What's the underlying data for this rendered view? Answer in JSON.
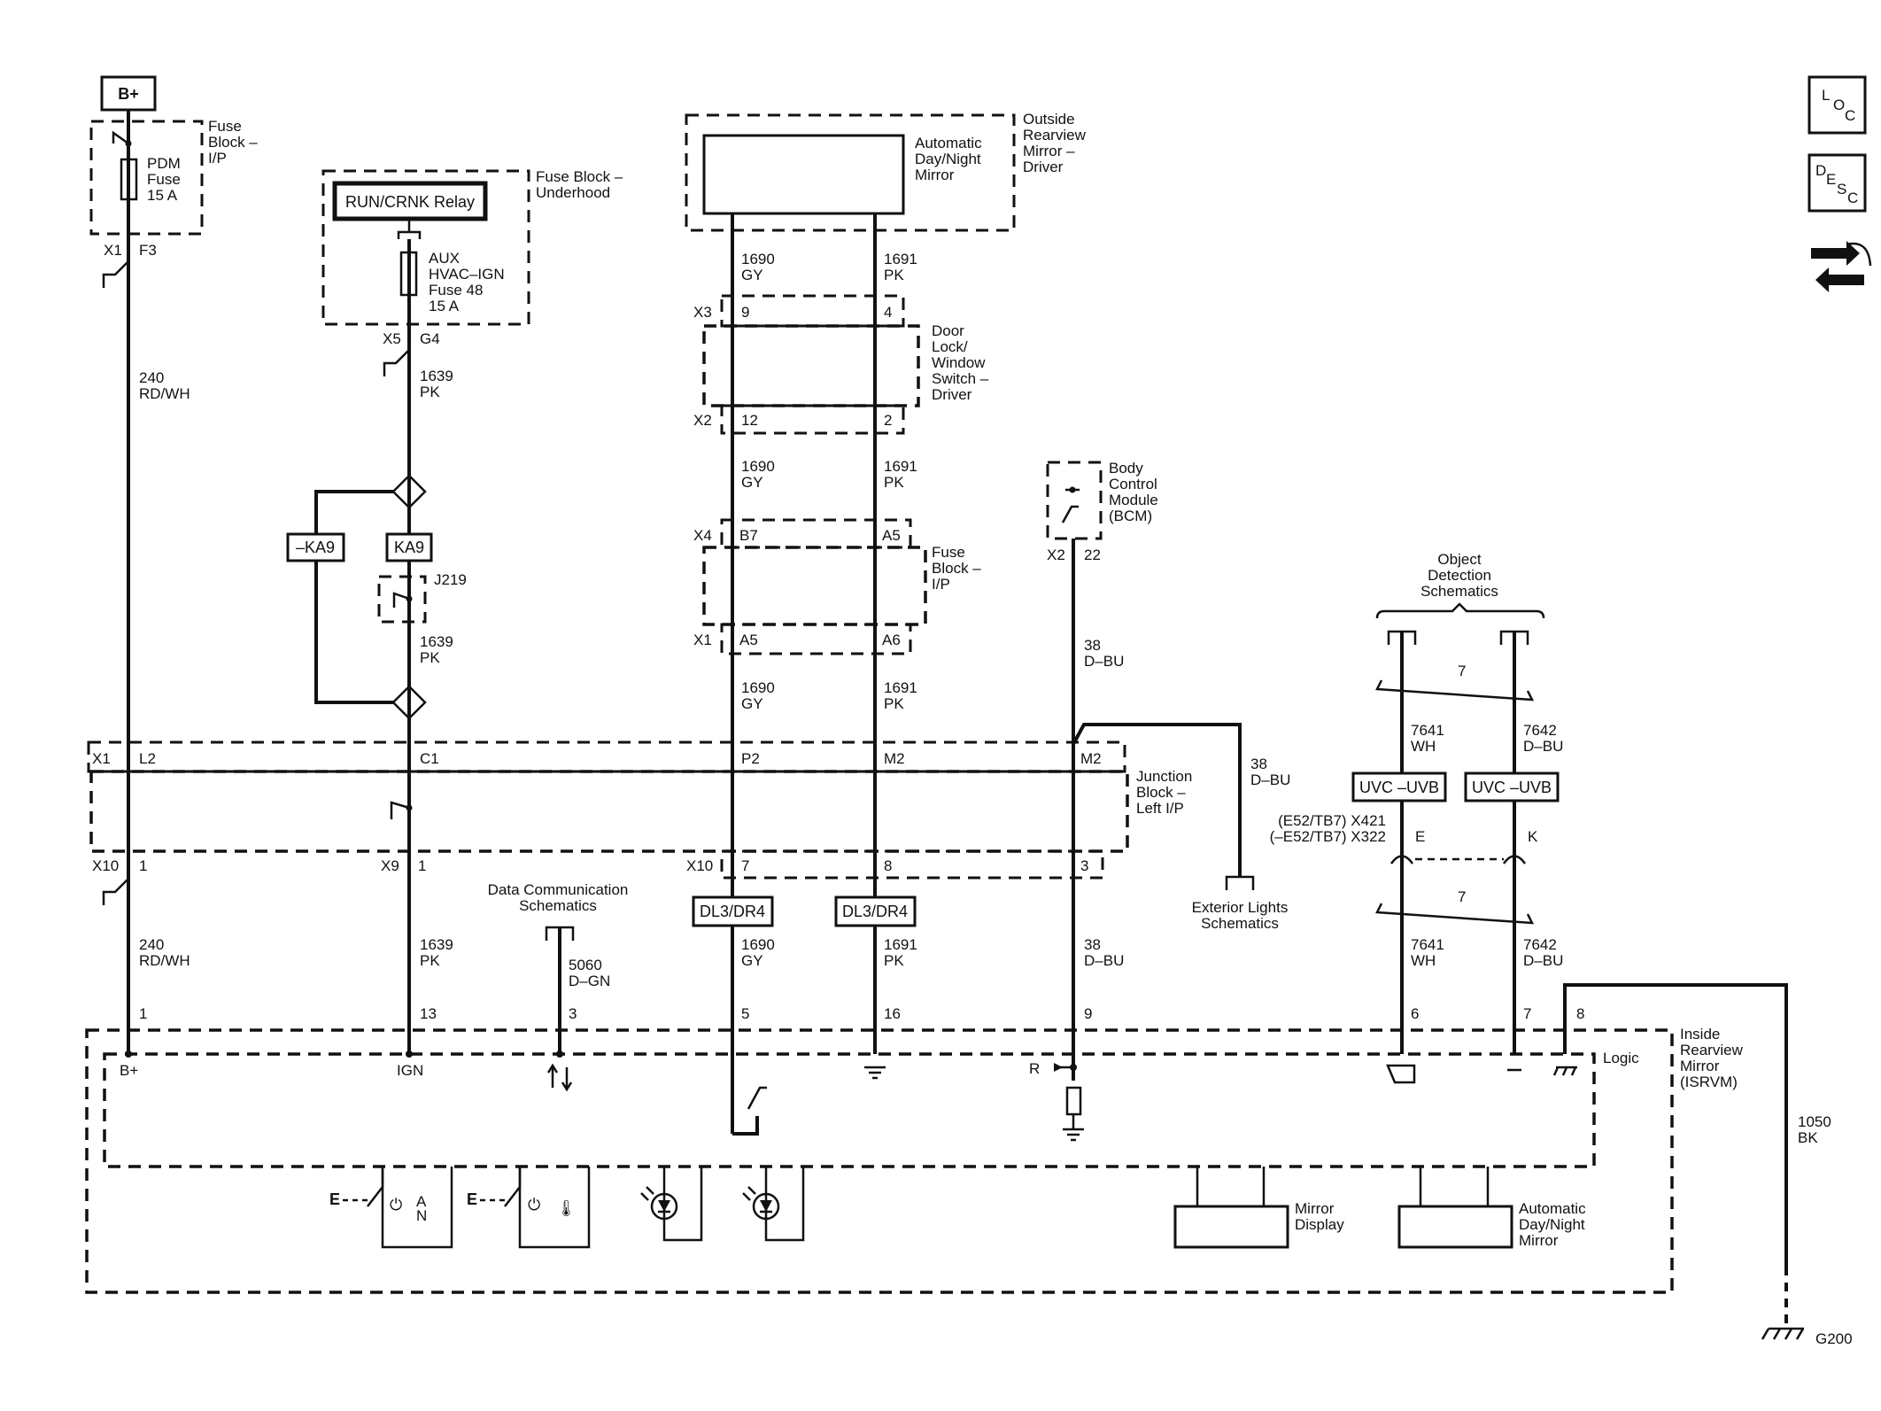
{
  "power": {
    "b_plus": "B+"
  },
  "fuse_block_ip_top": {
    "label_lines": [
      "Fuse",
      "Block –",
      "I/P"
    ],
    "fuse_lines": [
      "PDM",
      "Fuse",
      "15 A"
    ],
    "connector": "X1",
    "pin": "F3"
  },
  "fuse_block_underhood": {
    "label_lines": [
      "Fuse Block –",
      "Underhood"
    ],
    "relay": "RUN/CRNK Relay",
    "fuse_lines": [
      "AUX",
      "HVAC–IGN",
      "Fuse 48",
      "15 A"
    ],
    "connector": "X5",
    "pin": "G4"
  },
  "outside_mirror": {
    "label_lines": [
      "Outside",
      "Rearview",
      "Mirror –",
      "Driver"
    ],
    "inner_lines": [
      "Automatic",
      "Day/Night",
      "Mirror"
    ]
  },
  "door_switch": {
    "label_lines": [
      "Door",
      "Lock/",
      "Window",
      "Switch –",
      "Driver"
    ],
    "x3": "X3",
    "x3_pins": [
      "9",
      "4"
    ],
    "x2": "X2",
    "x2_pins": [
      "12",
      "2"
    ]
  },
  "fuse_block_ip_mid": {
    "label_lines": [
      "Fuse",
      "Block –",
      "I/P"
    ],
    "x4": "X4",
    "x4_pins": [
      "B7",
      "A5"
    ],
    "x1": "X1",
    "x1_pins": [
      "A5",
      "A6"
    ]
  },
  "bcm": {
    "label_lines": [
      "Body",
      "Control",
      "Module",
      "(BCM)"
    ],
    "connector": "X2",
    "pin": "22"
  },
  "wires": {
    "w240": [
      "240",
      "RD/WH"
    ],
    "w1639": [
      "1639",
      "PK"
    ],
    "w1690": [
      "1690",
      "GY"
    ],
    "w1691": [
      "1691",
      "PK"
    ],
    "w38": [
      "38",
      "D–BU"
    ],
    "w5060": [
      "5060",
      "D–GN"
    ],
    "w7641": [
      "7641",
      "WH"
    ],
    "w7642": [
      "7642",
      "D–BU"
    ],
    "w1050": [
      "1050",
      "BK"
    ]
  },
  "splices": {
    "ka9_left": "–KA9",
    "ka9_right": "KA9",
    "j219": "J219"
  },
  "junction_block": {
    "label_lines": [
      "Junction",
      "Block –",
      "Left I/P"
    ],
    "x1": "X1",
    "x1_pins": [
      "L2",
      "C1",
      "P2",
      "M2",
      "M2"
    ],
    "x10_left": "X10",
    "x10_left_pin": "1",
    "x9": "X9",
    "x9_pin": "1",
    "x10_mid": "X10",
    "x10_mid_pins": [
      "7",
      "8",
      "3"
    ]
  },
  "object_detection": {
    "label_lines": [
      "Object",
      "Detection",
      "Schematics"
    ],
    "twist_top": "7",
    "twist_bottom": "7",
    "connector_lines": [
      "(E52/TB7) X421",
      "(–E52/TB7) X322"
    ],
    "pin_e": "E",
    "pin_k": "K",
    "uvc_left": "UVC –UVB",
    "uvc_right": "UVC –UVB"
  },
  "exterior_lights": {
    "label_lines": [
      "Exterior Lights",
      "Schematics"
    ]
  },
  "data_comm": {
    "label_lines": [
      "Data Communication",
      "Schematics"
    ]
  },
  "dl3": {
    "left": "DL3/DR4",
    "right": "DL3/DR4"
  },
  "isrvm": {
    "label_lines": [
      "Inside",
      "Rearview",
      "Mirror",
      "(ISRVM)"
    ],
    "logic": "Logic",
    "pins": [
      "1",
      "13",
      "3",
      "5",
      "16",
      "9",
      "6",
      "7",
      "8"
    ],
    "b_plus": "B+",
    "ign": "IGN",
    "r": "R",
    "mirror_display": [
      "Mirror",
      "Display"
    ],
    "auto_mirror": [
      "Automatic",
      "Day/Night",
      "Mirror"
    ],
    "e_left": "E",
    "e_mid": "E"
  },
  "ground": "G200",
  "side_icons": {
    "loc": [
      "L",
      "O",
      "C"
    ],
    "desc": [
      "D",
      "E",
      "S",
      "C"
    ]
  }
}
